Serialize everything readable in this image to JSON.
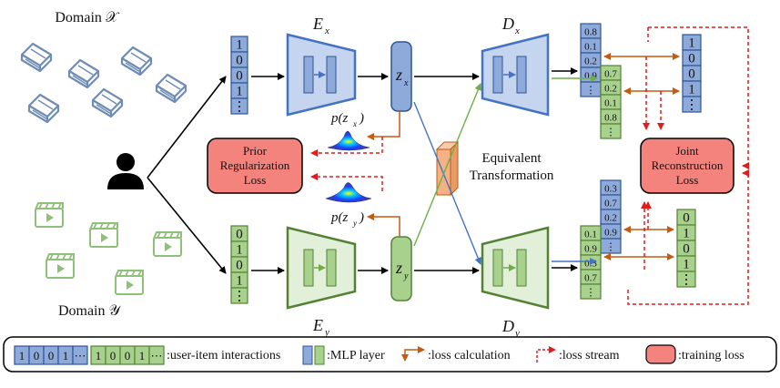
{
  "domains": {
    "x": {
      "label": "Domain 𝒳",
      "icon": "book-icon"
    },
    "y": {
      "label": "Domain 𝒴",
      "icon": "video-icon"
    }
  },
  "user_icon": "user-icon",
  "colors": {
    "blue": "#8eaadb",
    "blue_dark": "#2f5597",
    "green": "#a9d18e",
    "green_dark": "#548235",
    "red": "#f4837d",
    "orange": "#f4b183",
    "loss_calc": "#c55a11",
    "loss_stream": "#e31b1b"
  },
  "vectors": {
    "input_x": [
      "1",
      "0",
      "0",
      "1",
      "⋮"
    ],
    "input_y": [
      "0",
      "1",
      "0",
      "1",
      "⋮"
    ],
    "out_x_blue": [
      "0.8",
      "0.1",
      "0.2",
      "0.9",
      "⋮"
    ],
    "out_x_green": [
      "0.7",
      "0.2",
      "0.1",
      "0.8",
      "⋮"
    ],
    "target_x": [
      "1",
      "0",
      "0",
      "1",
      "⋮"
    ],
    "out_y_blue": [
      "0.3",
      "0.7",
      "0.2",
      "0.9",
      "⋮"
    ],
    "out_y_green": [
      "0.1",
      "0.9",
      "0.3",
      "0.7",
      "⋮"
    ],
    "target_y": [
      "0",
      "1",
      "0",
      "1",
      "⋮"
    ]
  },
  "encoders": {
    "ex": {
      "main": "E",
      "sub": "x"
    },
    "ey": {
      "main": "E",
      "sub": "y"
    }
  },
  "decoders": {
    "dx": {
      "main": "D",
      "sub": "x"
    },
    "dy": {
      "main": "D",
      "sub": "y"
    }
  },
  "latents": {
    "zx": {
      "main": "z",
      "sub": "x"
    },
    "zy": {
      "main": "z",
      "sub": "y"
    }
  },
  "priors": {
    "px": {
      "pre": "p(z",
      "sub": "x",
      "post": ")"
    },
    "py": {
      "pre": "p(z",
      "sub": "y",
      "post": ")"
    }
  },
  "boxes": {
    "prior_loss": [
      "Prior",
      "Regularization",
      "Loss"
    ],
    "joint_loss": [
      "Joint",
      "Reconstruction",
      "Loss"
    ]
  },
  "transformation": [
    "Equivalent",
    "Transformation"
  ],
  "legend": {
    "blue_cells": [
      "1",
      "0",
      "0",
      "1",
      "⋯"
    ],
    "green_cells": [
      "1",
      "0",
      "0",
      "1",
      "⋯"
    ],
    "interactions": ":user-item interactions",
    "mlp": ":MLP layer",
    "loss_calc": ":loss calculation",
    "loss_stream": ":loss stream",
    "training_loss": ":training loss"
  }
}
